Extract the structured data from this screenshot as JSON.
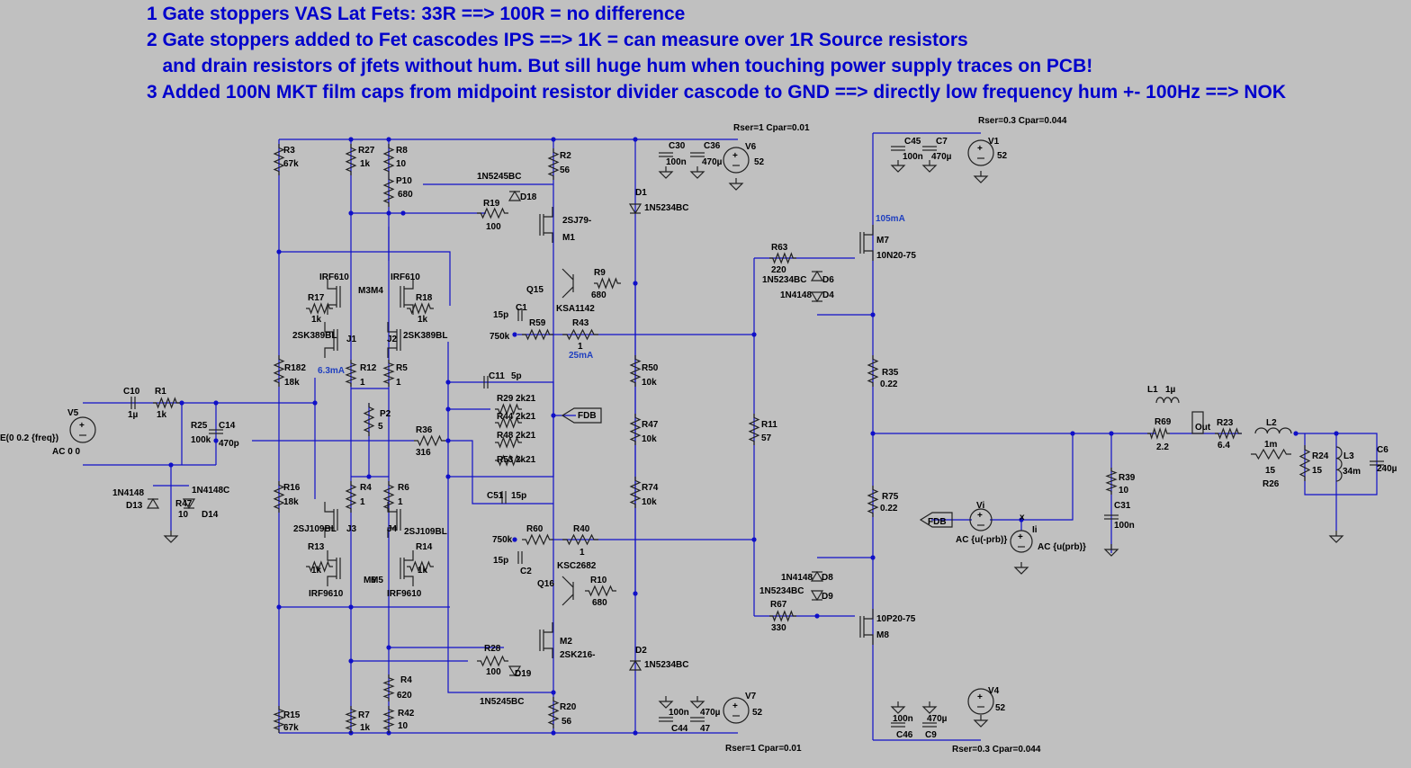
{
  "notes": [
    "1 Gate stoppers VAS Lat Fets: 33R ==> 100R  = no difference",
    "2 Gate stoppers added to Fet cascodes IPS ==> 1K = can measure over 1R Source resistors",
    "   and drain resistors of jfets without hum. But sill huge hum when touching power supply traces on PCB!",
    "3 Added 100N MKT film caps from midpoint resistor divider cascode to GND ==> directly low frequency hum +- 100Hz ==> NOK"
  ],
  "labels": [
    {
      "t": "R3"
    },
    {
      "t": "67k"
    },
    {
      "t": "R27"
    },
    {
      "t": "1k"
    },
    {
      "t": "R8"
    },
    {
      "t": "10"
    },
    {
      "t": "P10"
    },
    {
      "t": "680"
    },
    {
      "t": "R2"
    },
    {
      "t": "56"
    },
    {
      "t": "1N5245BC"
    },
    {
      "t": "D18"
    },
    {
      "t": "R19"
    },
    {
      "t": "100"
    },
    {
      "t": "2SJ79-"
    },
    {
      "t": "M1"
    },
    {
      "t": "C30"
    },
    {
      "t": "100n"
    },
    {
      "t": "C36"
    },
    {
      "t": "470µ"
    },
    {
      "t": "V6"
    },
    {
      "t": "52"
    },
    {
      "t": "Rser=1 Cpar=0.01"
    },
    {
      "t": "D1"
    },
    {
      "t": "1N5234BC"
    },
    {
      "t": "IRF610"
    },
    {
      "t": "IRF610"
    },
    {
      "t": "M3"
    },
    {
      "t": "M4"
    },
    {
      "t": "R17"
    },
    {
      "t": "1k"
    },
    {
      "t": "R18"
    },
    {
      "t": "1k"
    },
    {
      "t": "Q15"
    },
    {
      "t": "R9"
    },
    {
      "t": "680"
    },
    {
      "t": "C1"
    },
    {
      "t": "15p"
    },
    {
      "t": "R59"
    },
    {
      "t": "KSA1142"
    },
    {
      "t": "750k"
    },
    {
      "t": "R43"
    },
    {
      "t": "1"
    },
    {
      "t": "25mA"
    },
    {
      "t": "2SK389BL"
    },
    {
      "t": "J1"
    },
    {
      "t": "J2"
    },
    {
      "t": "2SK389BL"
    },
    {
      "t": "6.3mA"
    },
    {
      "t": "R182"
    },
    {
      "t": "18k"
    },
    {
      "t": "R12"
    },
    {
      "t": "1"
    },
    {
      "t": "R5"
    },
    {
      "t": "1"
    },
    {
      "t": "C11"
    },
    {
      "t": "5p"
    },
    {
      "t": "R29"
    },
    {
      "t": "2k21"
    },
    {
      "t": "R44"
    },
    {
      "t": "2k21"
    },
    {
      "t": "R48"
    },
    {
      "t": "2k21"
    },
    {
      "t": "R53"
    },
    {
      "t": "2k21"
    },
    {
      "t": "FDB"
    },
    {
      "t": "R50"
    },
    {
      "t": "10k"
    },
    {
      "t": "R11"
    },
    {
      "t": "57"
    },
    {
      "t": "R47"
    },
    {
      "t": "10k"
    },
    {
      "t": "P2"
    },
    {
      "t": "5"
    },
    {
      "t": "R36"
    },
    {
      "t": "316"
    },
    {
      "t": "C10"
    },
    {
      "t": "R1"
    },
    {
      "t": "1µ"
    },
    {
      "t": "1k"
    },
    {
      "t": "V5"
    },
    {
      "t": "E(0 0.2 {freq})"
    },
    {
      "t": "AC 0 0"
    },
    {
      "t": "R25"
    },
    {
      "t": "100k"
    },
    {
      "t": "C14"
    },
    {
      "t": "470p"
    },
    {
      "t": "1N4148"
    },
    {
      "t": "R47"
    },
    {
      "t": "1N4148C"
    },
    {
      "t": "D13"
    },
    {
      "t": "10"
    },
    {
      "t": "D14"
    },
    {
      "t": "R16"
    },
    {
      "t": "18k"
    },
    {
      "t": "R4"
    },
    {
      "t": "1"
    },
    {
      "t": "R6"
    },
    {
      "t": "1"
    },
    {
      "t": "C51"
    },
    {
      "t": "15p"
    },
    {
      "t": "R74"
    },
    {
      "t": "10k"
    },
    {
      "t": "2SJ109BL"
    },
    {
      "t": "J3"
    },
    {
      "t": "J4"
    },
    {
      "t": "2SJ109BL"
    },
    {
      "t": "R60"
    },
    {
      "t": "750k"
    },
    {
      "t": "R40"
    },
    {
      "t": "1"
    },
    {
      "t": "R13"
    },
    {
      "t": "1k"
    },
    {
      "t": "R14"
    },
    {
      "t": "1k"
    },
    {
      "t": "15p"
    },
    {
      "t": "C2"
    },
    {
      "t": "KSC2682"
    },
    {
      "t": "M6"
    },
    {
      "t": "M5"
    },
    {
      "t": "Q16"
    },
    {
      "t": "R10"
    },
    {
      "t": "680"
    },
    {
      "t": "IRF9610"
    },
    {
      "t": "IRF9610"
    },
    {
      "t": "M2"
    },
    {
      "t": "2SK216-"
    },
    {
      "t": "R28"
    },
    {
      "t": "100"
    },
    {
      "t": "D19"
    },
    {
      "t": "D2"
    },
    {
      "t": "1N5234BC"
    },
    {
      "t": "R4"
    },
    {
      "t": "620"
    },
    {
      "t": "R42"
    },
    {
      "t": "10"
    },
    {
      "t": "1N5245BC"
    },
    {
      "t": "R20"
    },
    {
      "t": "56"
    },
    {
      "t": "100n"
    },
    {
      "t": "C44"
    },
    {
      "t": "470µ"
    },
    {
      "t": "47"
    },
    {
      "t": "V7"
    },
    {
      "t": "52"
    },
    {
      "t": "R15"
    },
    {
      "t": "67k"
    },
    {
      "t": "R7"
    },
    {
      "t": "1k"
    },
    {
      "t": "Rser=1 Cpar=0.01"
    },
    {
      "t": "C45"
    },
    {
      "t": "C7"
    },
    {
      "t": "100n"
    },
    {
      "t": "470µ"
    },
    {
      "t": "V1"
    },
    {
      "t": "52"
    },
    {
      "t": "Rser=0.3 Cpar=0.044"
    },
    {
      "t": "105mA"
    },
    {
      "t": "M7"
    },
    {
      "t": "10N20-75"
    },
    {
      "t": "R63"
    },
    {
      "t": "220"
    },
    {
      "t": "1N5234BC"
    },
    {
      "t": "D6"
    },
    {
      "t": "1N4148"
    },
    {
      "t": "D4"
    },
    {
      "t": "R35"
    },
    {
      "t": "0.22"
    },
    {
      "t": "R75"
    },
    {
      "t": "0.22"
    },
    {
      "t": "L1"
    },
    {
      "t": "1µ"
    },
    {
      "t": "R69"
    },
    {
      "t": "2.2"
    },
    {
      "t": "Out"
    },
    {
      "t": "R23"
    },
    {
      "t": "6.4"
    },
    {
      "t": "L2"
    },
    {
      "t": "1m"
    },
    {
      "t": "15"
    },
    {
      "t": "R26"
    },
    {
      "t": "R24"
    },
    {
      "t": "15"
    },
    {
      "t": "L3"
    },
    {
      "t": "34m"
    },
    {
      "t": "C6"
    },
    {
      "t": "240µ"
    },
    {
      "t": "R39"
    },
    {
      "t": "10"
    },
    {
      "t": "C31"
    },
    {
      "t": "100n"
    },
    {
      "t": "FDB"
    },
    {
      "t": "Vi"
    },
    {
      "t": "AC {u(-prb)}"
    },
    {
      "t": "Ii"
    },
    {
      "t": "AC {u(prb)}"
    },
    {
      "t": "x"
    },
    {
      "t": "1N4148"
    },
    {
      "t": "D8"
    },
    {
      "t": "1N5234BC"
    },
    {
      "t": "D9"
    },
    {
      "t": "R67"
    },
    {
      "t": "330"
    },
    {
      "t": "10P20-75"
    },
    {
      "t": "M8"
    },
    {
      "t": "V4"
    },
    {
      "t": "52"
    },
    {
      "t": "100n"
    },
    {
      "t": "470µ"
    },
    {
      "t": "C46"
    },
    {
      "t": "C9"
    },
    {
      "t": "Rser=0.3 Cpar=0.044"
    }
  ]
}
